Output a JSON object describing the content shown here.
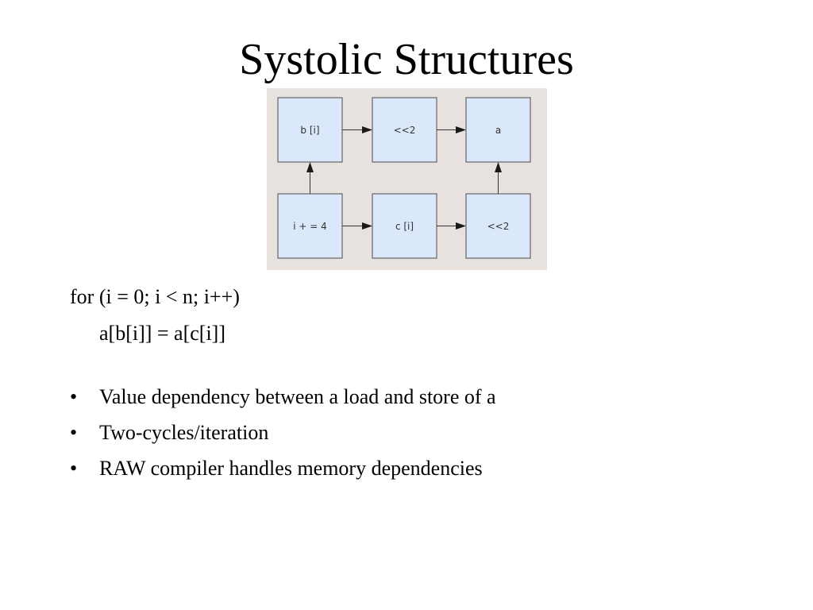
{
  "slide": {
    "title": "Systolic Structures"
  },
  "diagram": {
    "nodes": [
      {
        "id": "b_i",
        "label": "b [i]"
      },
      {
        "id": "shl_top",
        "label": "<<2"
      },
      {
        "id": "a",
        "label": "a"
      },
      {
        "id": "inc",
        "label": "i + = 4"
      },
      {
        "id": "c_i",
        "label": "c [i]"
      },
      {
        "id": "shl_bot",
        "label": "<<2"
      }
    ],
    "edges": [
      {
        "from": "b_i",
        "to": "shl_top"
      },
      {
        "from": "shl_top",
        "to": "a"
      },
      {
        "from": "inc",
        "to": "c_i"
      },
      {
        "from": "c_i",
        "to": "shl_bot"
      },
      {
        "from": "inc",
        "to": "b_i"
      },
      {
        "from": "shl_bot",
        "to": "a"
      }
    ],
    "colors": {
      "background": "#e8e2df",
      "node_fill": "#dbe8fb",
      "node_stroke": "#4a4a4a"
    }
  },
  "code": {
    "line1": "for (i = 0; i < n; i++)",
    "line2": "a[b[i]] = a[c[i]]"
  },
  "bullets": [
    "Value dependency between a load and store of a",
    "Two-cycles/iteration",
    "RAW compiler handles memory dependencies"
  ],
  "bullet_symbol": "•"
}
